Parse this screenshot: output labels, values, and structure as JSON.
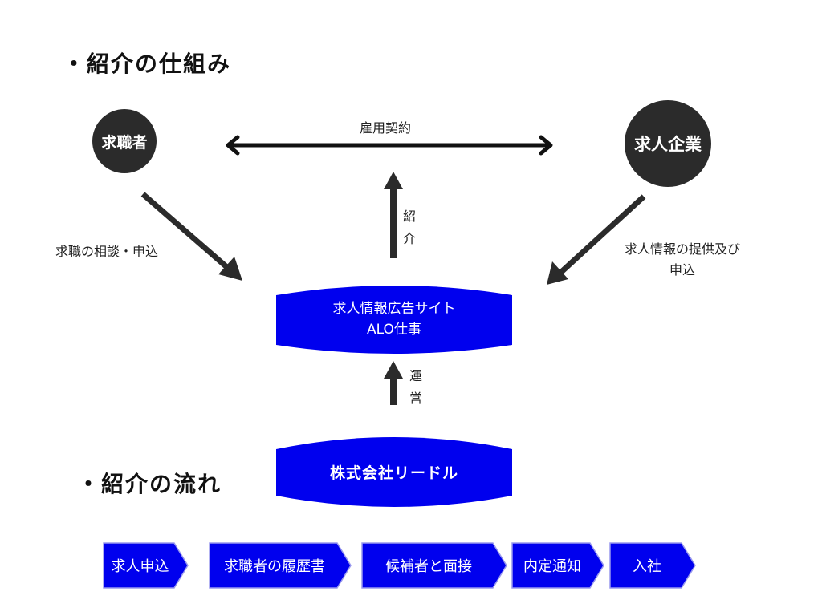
{
  "colors": {
    "blue": "#0000ee",
    "dark": "#2b2b2b",
    "step_border": "#9999ee"
  },
  "headings": {
    "mechanism": "・紹介の仕組み",
    "flow": "・紹介の流れ"
  },
  "nodes": {
    "seeker": "求職者",
    "company": "求人企業"
  },
  "labels": {
    "contract": "雇用契約",
    "introduction": [
      "紹",
      "介"
    ],
    "operation": [
      "運",
      "営"
    ],
    "seeker_to_site": "求職の相談・申込",
    "company_to_site": [
      "求人情報の提供及び",
      "申込"
    ]
  },
  "site": {
    "line1": "求人情報広告サイト",
    "line2": "ALO仕事"
  },
  "operator": "株式会社リードル",
  "steps": [
    "求人申込",
    "求職者の履歴書",
    "候補者と面接",
    "内定通知",
    "入社"
  ]
}
